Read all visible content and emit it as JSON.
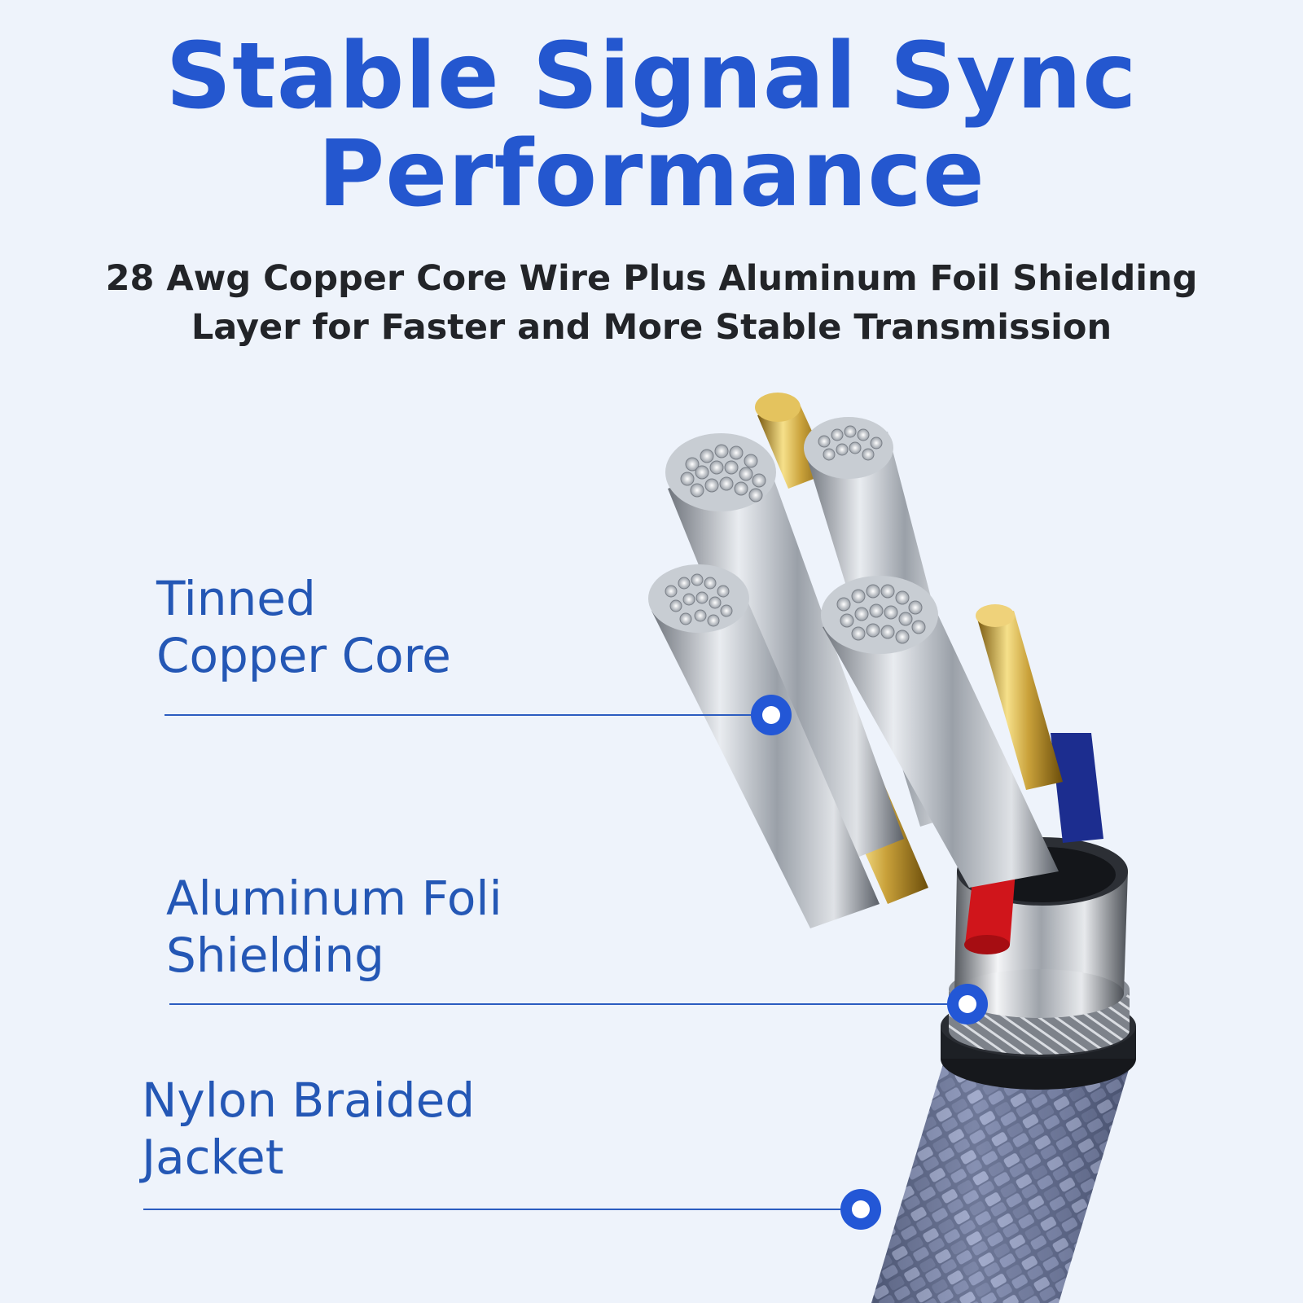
{
  "headline": {
    "line1": "Stable Signal Sync",
    "line2": "Performance"
  },
  "subheadline": {
    "line1": "28 Awg Copper Core Wire Plus Aluminum Foil Shielding",
    "line2": "Layer for Faster and More Stable Transmission"
  },
  "callouts": [
    {
      "line1": "Tinned",
      "line2": "Copper Core"
    },
    {
      "line1": "Aluminum Foli",
      "line2": "Shielding"
    },
    {
      "line1": "Nylon Braided",
      "line2": "Jacket"
    }
  ],
  "colors": {
    "background": "#eef3fb",
    "headline": "#2457cf",
    "subheadline": "#222428",
    "callout_text": "#2457b5",
    "leader_line": "#2b5cc0",
    "marker": "#2357d6"
  },
  "illustration": {
    "subject": "cable cross-section",
    "parts": [
      "tinned-copper-strands",
      "gold-conductors",
      "red-insulation",
      "blue-insulation",
      "aluminum-foil-sleeve",
      "braided-shield",
      "nylon-braided-jacket"
    ]
  }
}
